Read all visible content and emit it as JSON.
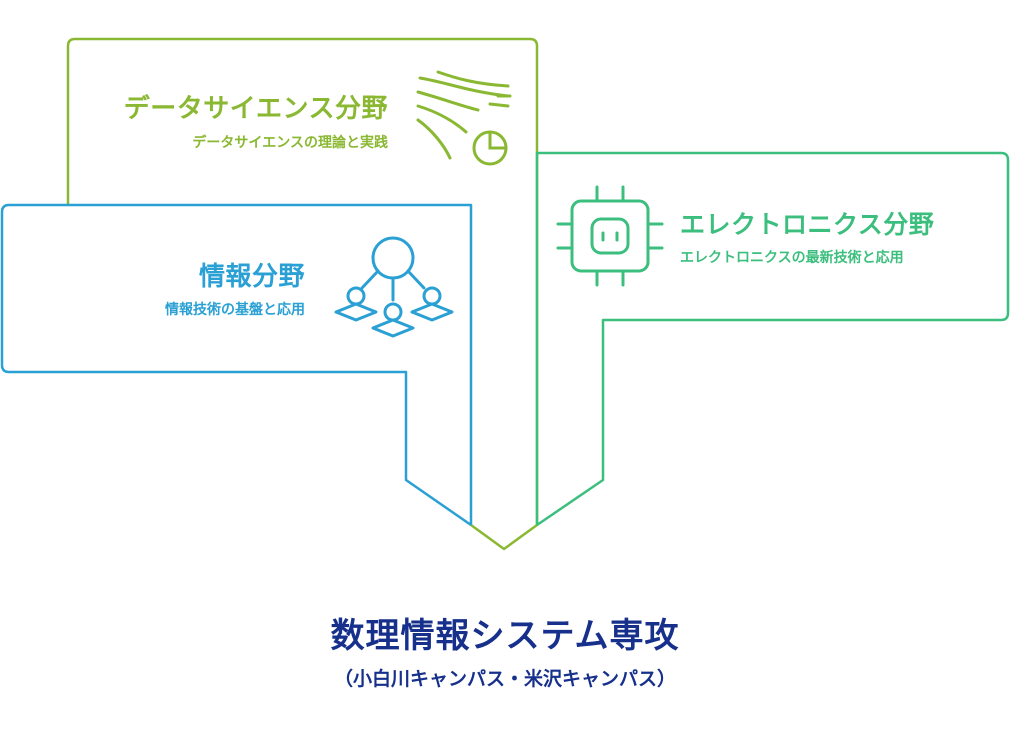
{
  "fields": {
    "data_science": {
      "title": "データサイエンス分野",
      "subtitle": "データサイエンスの理論と実践",
      "icon": "data-flow-chart-icon",
      "color": "#8ab832"
    },
    "information": {
      "title": "情報分野",
      "subtitle": "情報技術の基盤と応用",
      "icon": "network-people-icon",
      "color": "#2aa0d4"
    },
    "electronics": {
      "title": "エレクトロニクス分野",
      "subtitle": "エレクトロニクスの最新技術と応用",
      "icon": "chip-robot-icon",
      "color": "#3cbf7e"
    }
  },
  "program": {
    "title": "数理情報システム専攻",
    "campus": "（小白川キャンパス・米沢キャンパス）",
    "color": "#16308c"
  }
}
